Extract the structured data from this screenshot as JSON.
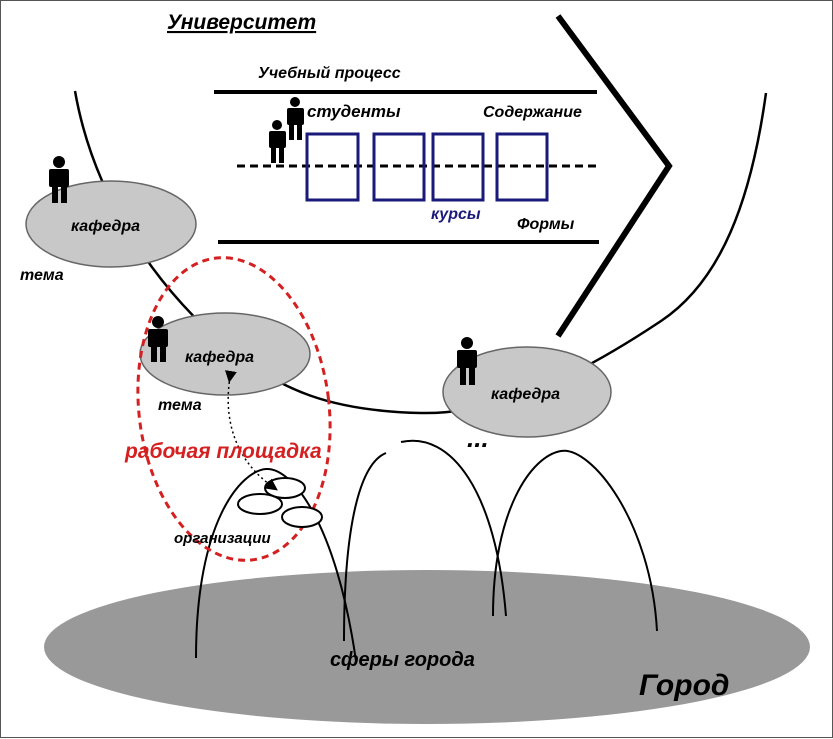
{
  "title": "Университет",
  "process": {
    "label": "Учебный процесс",
    "students": "студенты",
    "content": "Содержание",
    "courses": "курсы",
    "forms": "Формы"
  },
  "departments": [
    {
      "label": "кафедра",
      "topic": "тема"
    },
    {
      "label": "кафедра",
      "topic": "тема"
    },
    {
      "label": "кафедра",
      "more": "..."
    }
  ],
  "workspace": {
    "label": "рабочая площадка",
    "organizations": "организации"
  },
  "city": {
    "label": "Город",
    "spheres": "сферы города"
  },
  "colors": {
    "ellipse_fill": "#c8c8c8",
    "city_fill": "#999999",
    "course_box": "#1a1a7a",
    "workspace_red": "#d42020"
  }
}
